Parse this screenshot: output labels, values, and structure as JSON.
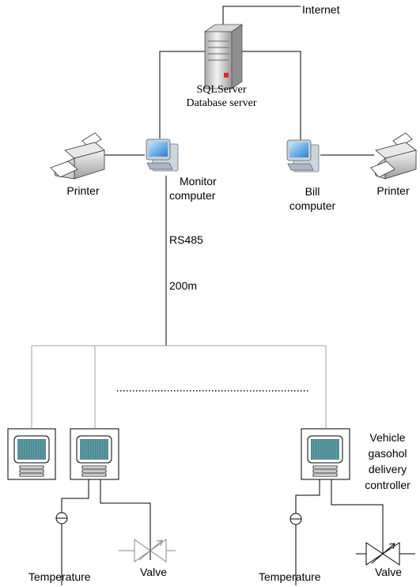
{
  "internet_label": "Internet",
  "server": {
    "label_line1": "SQLServer",
    "label_line2": "Database server"
  },
  "monitor_computer": {
    "label_line1": "Monitor",
    "label_line2": "computer"
  },
  "bill_computer": {
    "label_line1": "Bill",
    "label_line2": "computer"
  },
  "printer_left_label": "Printer",
  "printer_right_label": "Printer",
  "bus": {
    "protocol_label": "RS485",
    "distance_label": "200m"
  },
  "controller_label": [
    "Vehicle",
    "gasohol",
    "delivery",
    "controller"
  ],
  "temperature_left_label": "Temperature",
  "temperature_right_label": "Temperature",
  "valve_left_label": "Valve",
  "valve_right_label": "Valve",
  "colors": {
    "line": "#000000",
    "line_gray": "#a0a0a0",
    "screen": "#4f8c95",
    "server_led": "#e8232a"
  }
}
